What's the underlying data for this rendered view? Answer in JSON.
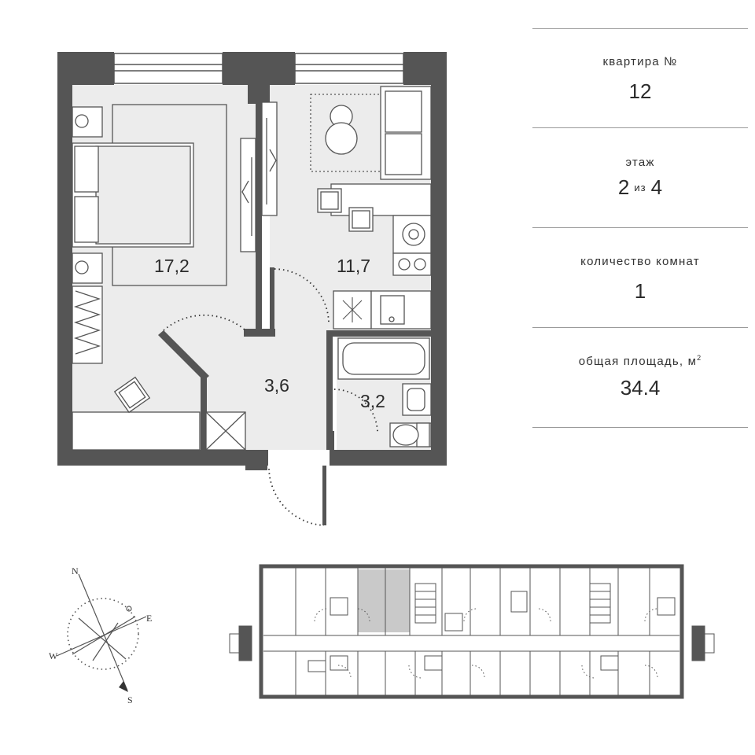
{
  "apartment": {
    "label": "квартира №",
    "value": "12"
  },
  "floor": {
    "label": "этаж",
    "current": "2",
    "separator": "из",
    "total": "4"
  },
  "rooms": {
    "label": "количество комнат",
    "value": "1"
  },
  "area": {
    "label": "общая площадь, м",
    "unit_sup": "2",
    "value": "34.4"
  },
  "plan": {
    "room_areas": [
      "17,2",
      "11,7",
      "3,6",
      "3,2"
    ],
    "compass": {
      "north": "N",
      "east": "E",
      "south": "S",
      "west": "W"
    }
  },
  "colors": {
    "wall": "#555555",
    "floor_fill": "#ececec",
    "line": "#555555",
    "highlight": "#c9c9c9"
  }
}
